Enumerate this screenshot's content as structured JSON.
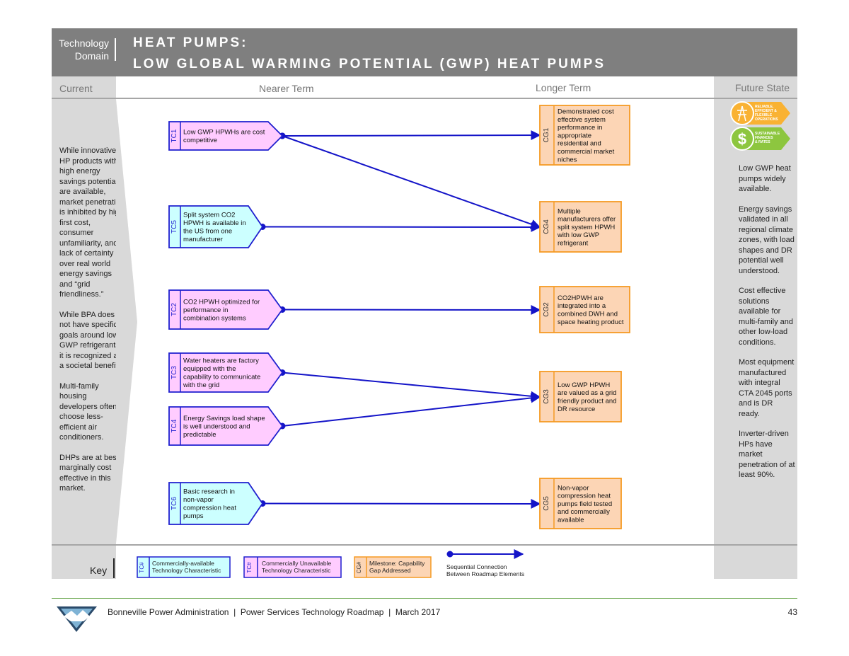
{
  "header": {
    "domain_label": "Technology\nDomain",
    "title_line1": "HEAT PUMPS:",
    "title_line2": "LOW GLOBAL WARMING POTENTIAL (GWP) HEAT PUMPS"
  },
  "columns": {
    "current": "Current",
    "nearer": "Nearer Term",
    "longer": "Longer Term",
    "future": "Future State"
  },
  "current_text": [
    "While innovative HP products with high energy savings potential are available, market penetration is inhibited by high first cost, consumer unfamiliarity, and lack of certainty over real world energy savings and “grid friendliness.”",
    "While BPA does not have specific goals around low GWP refrigerants, it is recognized as a societal benefit.",
    "Multi-family housing developers often choose less-efficient air conditioners.",
    "DHPs are at best marginally cost effective in this market."
  ],
  "future_text": [
    "Low GWP heat pumps widely available.",
    "Energy savings validated in all regional climate zones, with load shapes and DR potential well understood.",
    "Cost effective solutions available for multi-family and other low-load conditions.",
    "Most equipment manufactured with integral CTA 2045 ports and is DR ready.",
    "Inverter-driven HPs have market penetration of at least 90%."
  ],
  "badges": [
    {
      "text": "RELIABLE, EFFICIENT & FLEXIBLE OPERATIONS",
      "icon": "power-tower-icon",
      "color": "#f9b233"
    },
    {
      "text": "SUSTAINABLE FINANCES & RATES",
      "icon": "dollar-icon",
      "color": "#8dc63f"
    }
  ],
  "tcs": [
    {
      "id": "TC1",
      "text": "Low GWP HPWHs are cost competitive",
      "type": "unavailable"
    },
    {
      "id": "TC5",
      "text": "Split system CO2 HPWH is available in the US from one manufacturer",
      "type": "available"
    },
    {
      "id": "TC2",
      "text": "CO2 HPWH optimized for performance in combination systems",
      "type": "unavailable"
    },
    {
      "id": "TC3",
      "text": "Water heaters are factory equipped with the capability to communicate with the grid",
      "type": "unavailable"
    },
    {
      "id": "TC4",
      "text": "Energy Savings load shape is well understood and predictable",
      "type": "unavailable"
    },
    {
      "id": "TC6",
      "text": "Basic research in non-vapor compression heat pumps",
      "type": "available"
    }
  ],
  "cgs": [
    {
      "id": "CG1",
      "text": "Demonstrated cost effective system performance in appropriate residential and commercial market niches"
    },
    {
      "id": "CG4",
      "text": "Multiple manufacturers offer split system HPWH with low GWP refrigerant"
    },
    {
      "id": "CG2",
      "text": "CO2HPWH are integrated into a combined DWH and space heating product"
    },
    {
      "id": "CG3",
      "text": "Low GWP HPWH are valued as a grid friendly product and DR resource"
    },
    {
      "id": "CG5",
      "text": "Non-vapor compression heat pumps field tested and commercially available"
    }
  ],
  "connections": [
    {
      "from": "TC1",
      "to": "CG1"
    },
    {
      "from": "TC1",
      "to": "CG4"
    },
    {
      "from": "TC5",
      "to": "CG4"
    },
    {
      "from": "TC2",
      "to": "CG2"
    },
    {
      "from": "TC3",
      "to": "CG3"
    },
    {
      "from": "TC4",
      "to": "CG3"
    },
    {
      "from": "TC6",
      "to": "CG5"
    }
  ],
  "key": {
    "label": "Key",
    "available_code": "TC#",
    "available_text": "Commercially-available Technology Characteristic",
    "unavailable_code": "TC#",
    "unavailable_text": "Commercially Unavailable Technology Characteristic",
    "milestone_code": "CG#",
    "milestone_text": "Milestone: Capability Gap Addressed",
    "connection_text": "Sequential Connection Between Roadmap Elements"
  },
  "footer": {
    "text": "Bonneville Power Administration  |  Power Services Technology Roadmap  |  March 2017",
    "page": "43"
  },
  "colors": {
    "available_fill": "#ccffff",
    "unavailable_fill": "#ffccff",
    "border_blue": "#1f1fcf",
    "milestone_fill": "#fcd5b5",
    "milestone_border": "#f59a23",
    "connector": "#1414c8"
  }
}
